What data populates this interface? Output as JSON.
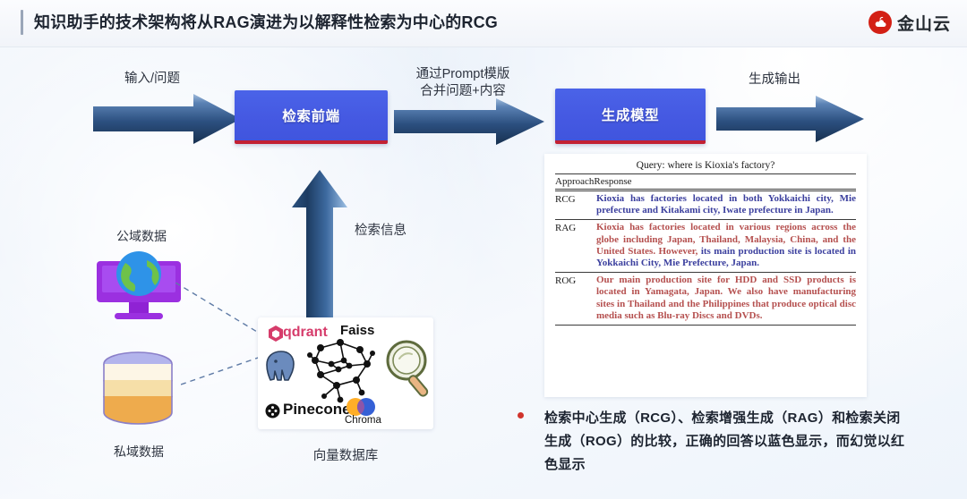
{
  "header": {
    "title": "知识助手的技术架构将从RAG演进为以解释性检索为中心的RCG",
    "logo_text": "金山云"
  },
  "flow": {
    "input_label": "输入/问题",
    "prompt_label": "通过Prompt模版\n合并问题+内容",
    "output_label": "生成输出",
    "retrieve_label": "检索信息",
    "box_retrieval": "检索前端",
    "box_generation": "生成模型"
  },
  "sources": {
    "public_label": "公域数据",
    "private_label": "私域数据",
    "vector_db_label": "向量数据库",
    "vector_logos": [
      "qdrant",
      "Faiss",
      "Pinecone",
      "Chroma"
    ]
  },
  "table": {
    "query": "Query: where is Kioxia's factory?",
    "col_approach": "Approach",
    "col_response": "Response",
    "rows": [
      {
        "approach": "RCG",
        "segments": [
          {
            "text": "Kioxia has factories located in both Yokkaichi city, Mie prefecture and Kitakami city, Iwate prefecture in Japan.",
            "color": "blue"
          }
        ]
      },
      {
        "approach": "RAG",
        "segments": [
          {
            "text": "Kioxia has factories located in various regions across the globe including Japan, Thailand, Malaysia, China, and the United States. However, ",
            "color": "red"
          },
          {
            "text": "its main production site is located in Yokkaichi City, Mie Prefecture, Japan.",
            "color": "blue"
          }
        ]
      },
      {
        "approach": "ROG",
        "segments": [
          {
            "text": "Our main production site for HDD and SSD products is located in Yamagata, Japan. We also have manufacturing sites in Thailand and the Philippines that produce optical disc media such as Blu-ray Discs and DVDs.",
            "color": "red"
          }
        ]
      }
    ]
  },
  "caption": {
    "text": "检索中心生成（RCG）、检索增强生成（RAG）和检索关闭生成（ROG）的比较，正确的回答以蓝色显示，而幻觉以红色显示"
  },
  "colors": {
    "accent_red": "#c22033",
    "box_blue": "#4559e2",
    "arrow_dark": "#1f4068",
    "answer_blue": "#3b3f9e",
    "hallucination_red": "#b5504f",
    "logo_red": "#d32015"
  }
}
